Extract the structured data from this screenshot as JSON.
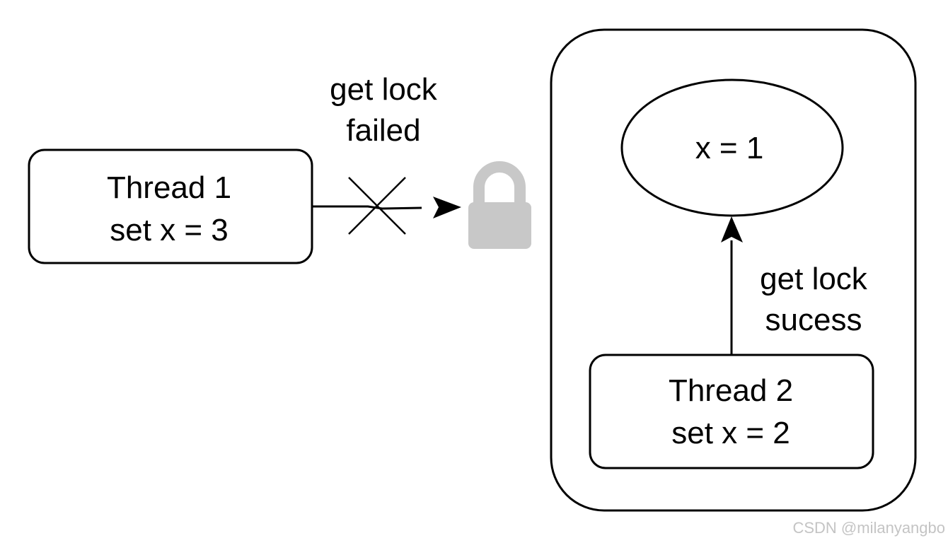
{
  "thread1": {
    "line1": "Thread 1",
    "line2": "set x = 3"
  },
  "failed_label": {
    "line1": "get lock",
    "line2": "failed"
  },
  "lock": {
    "icon": "padlock-icon",
    "state": "locked",
    "color": "#c8c8c8"
  },
  "shared_value": {
    "text": "x = 1"
  },
  "success_label": {
    "line1": "get lock",
    "line2": "sucess"
  },
  "thread2": {
    "line1": "Thread 2",
    "line2": "set x = 2"
  },
  "watermark": "CSDN @milanyangbo",
  "colors": {
    "stroke": "#000000",
    "lock": "#c8c8c8",
    "watermark": "#c4c4c4"
  }
}
